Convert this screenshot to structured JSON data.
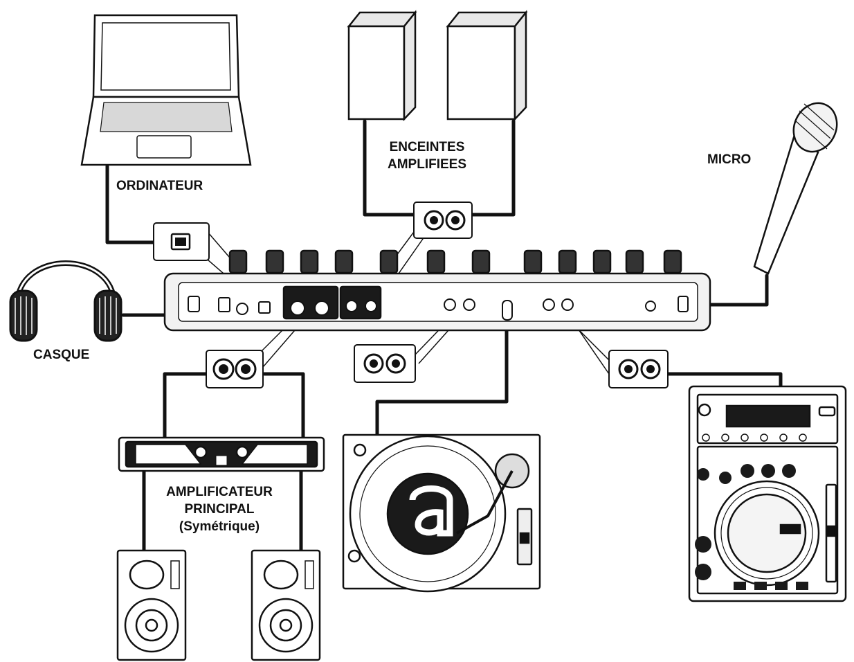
{
  "labels": {
    "laptop": "ORDINATEUR",
    "active_speakers_line1": "ENCEINTES",
    "active_speakers_line2": "AMPLIFIEES",
    "microphone": "MICRO",
    "headphones": "CASQUE",
    "amplifier_line1": "AMPLIFICATEUR",
    "amplifier_line2": "PRINCIPAL",
    "amplifier_line3": "(Symétrique)"
  },
  "colors": {
    "line": "#111111",
    "fill": "#ffffff",
    "panel": "#ececec",
    "dark": "#1a1a1a"
  }
}
